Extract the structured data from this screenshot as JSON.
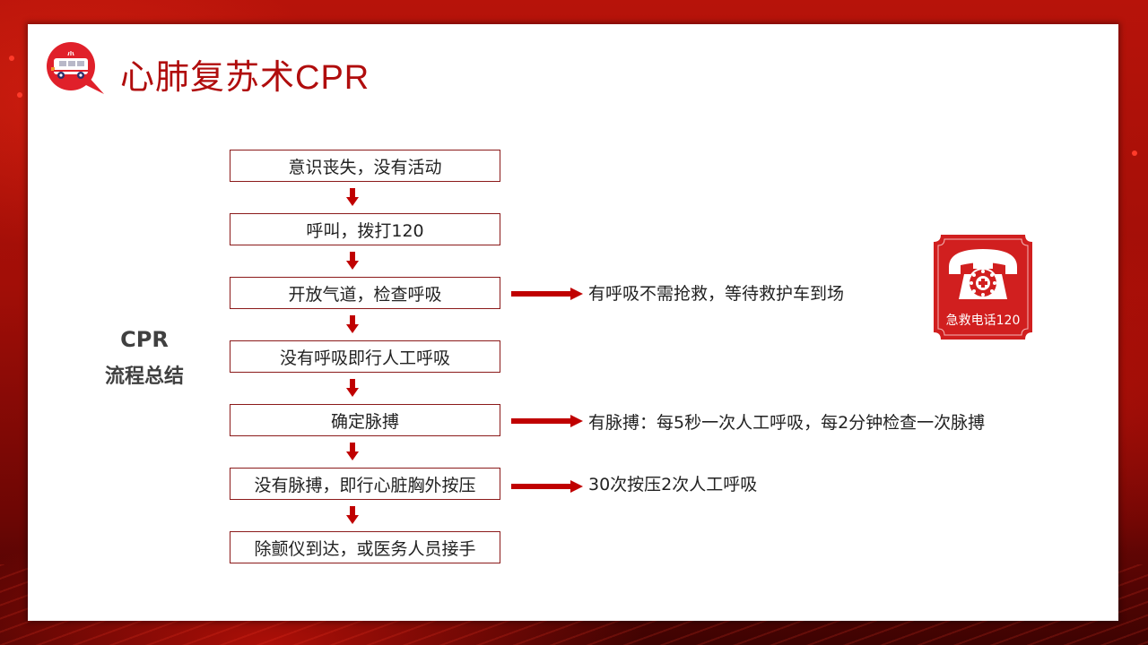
{
  "slide": {
    "title": "心肺复苏术CPR",
    "logo_icon": "ambulance-speech-bubble-icon",
    "side_label": {
      "line1": "CPR",
      "line2": "流程总结"
    },
    "colors": {
      "accent": "#b00d0d",
      "box_border": "#8b1a1a",
      "arrow": "#c00000",
      "background": "#a80f08"
    }
  },
  "flow": {
    "steps": [
      {
        "label": "意识丧失，没有活动"
      },
      {
        "label": "呼叫，拨打120"
      },
      {
        "label": "开放气道，检查呼吸"
      },
      {
        "label": "没有呼吸即行人工呼吸"
      },
      {
        "label": "确定脉搏"
      },
      {
        "label": "没有脉搏，即行心脏胸外按压"
      },
      {
        "label": "除颤仪到达，或医务人员接手"
      }
    ],
    "notes": [
      {
        "from_step": 3,
        "text": "有呼吸不需抢救，等待救护车到场"
      },
      {
        "from_step": 5,
        "text": "有脉搏：每5秒一次人工呼吸，每2分钟检查一次脉搏"
      },
      {
        "from_step": 6,
        "text": "30次按压2次人工呼吸"
      }
    ]
  },
  "badge": {
    "icon": "telephone-icon",
    "label": "急救电话120"
  }
}
